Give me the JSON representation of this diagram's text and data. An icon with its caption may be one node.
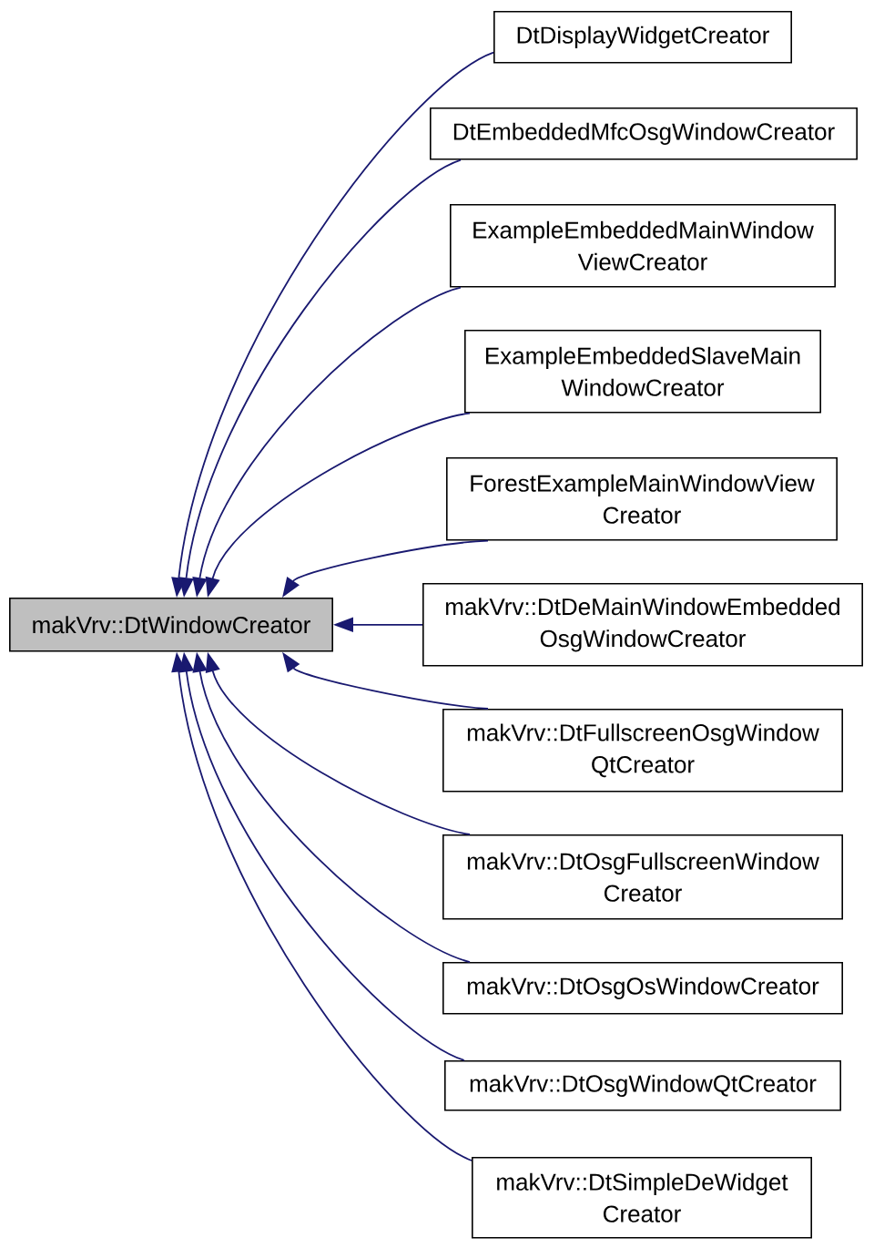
{
  "diagram": {
    "nodes": [
      {
        "text": [
          "makVrv::DtWindowCreator"
        ]
      },
      {
        "text": [
          "DtDisplayWidgetCreator"
        ]
      },
      {
        "text": [
          "DtEmbeddedMfcOsgWindowCreator"
        ]
      },
      {
        "text": [
          "ExampleEmbeddedMainWindow ViewCreator"
        ]
      },
      {
        "text": [
          "ExampleEmbeddedSlaveMain WindowCreator"
        ]
      },
      {
        "text": [
          "ForestExampleMainWindowView Creator"
        ]
      },
      {
        "text": [
          "makVrv::DtDeMainWindowEmbedded OsgWindowCreator"
        ]
      },
      {
        "text": [
          "makVrv::DtFullscreenOsgWindow QtCreator"
        ]
      },
      {
        "text": [
          "makVrv::DtOsgFullscreenWindow Creator"
        ]
      },
      {
        "text": [
          "makVrv::DtOsgOsWindowCreator"
        ]
      },
      {
        "text": [
          "makVrv::DtOsgWindowQtCreator"
        ]
      },
      {
        "text": [
          "makVrv::DtSimpleDeWidget Creator"
        ]
      }
    ],
    "edges": [
      {
        "from": 1,
        "to": 0,
        "arrow": "to"
      },
      {
        "from": 2,
        "to": 0,
        "arrow": "to"
      },
      {
        "from": 3,
        "to": 0,
        "arrow": "to"
      },
      {
        "from": 4,
        "to": 0,
        "arrow": "to"
      },
      {
        "from": 5,
        "to": 0,
        "arrow": "to"
      },
      {
        "from": 6,
        "to": 0,
        "arrow": "to"
      },
      {
        "from": 7,
        "to": 0,
        "arrow": "to"
      },
      {
        "from": 8,
        "to": 0,
        "arrow": "to"
      },
      {
        "from": 9,
        "to": 0,
        "arrow": "to"
      },
      {
        "from": 10,
        "to": 0,
        "arrow": "to"
      },
      {
        "from": 11,
        "to": 0,
        "arrow": "to"
      }
    ]
  }
}
